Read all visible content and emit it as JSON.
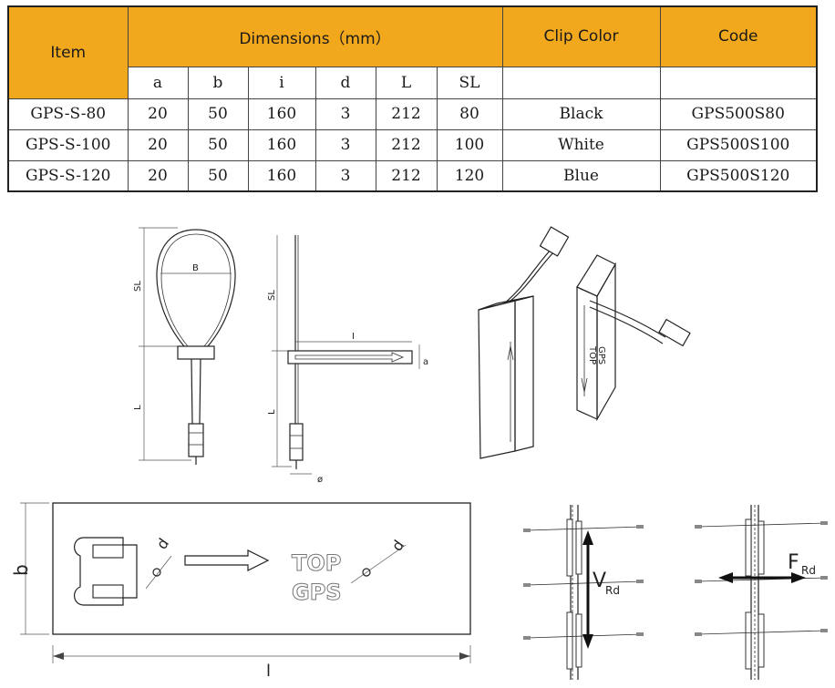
{
  "table": {
    "item_header": "Item",
    "dimensions_header": "Dimensions（mm）",
    "clip_color_header": "Clip Color",
    "code_header": "Code",
    "dim_columns": [
      "a",
      "b",
      "i",
      "d",
      "L",
      "SL"
    ],
    "rows": [
      {
        "item": "GPS-S-80",
        "a": "20",
        "b": "50",
        "i": "160",
        "d": "3",
        "L": "212",
        "SL": "80",
        "clip_color": "Black",
        "code": "GPS500S80"
      },
      {
        "item": "GPS-S-100",
        "a": "20",
        "b": "50",
        "i": "160",
        "d": "3",
        "L": "212",
        "SL": "100",
        "clip_color": "White",
        "code": "GPS500S100"
      },
      {
        "item": "GPS-S-120",
        "a": "20",
        "b": "50",
        "i": "160",
        "d": "3",
        "L": "212",
        "SL": "120",
        "clip_color": "Blue",
        "code": "GPS500S120"
      }
    ]
  },
  "drawings": {
    "loop_front": {
      "label_B": "B",
      "label_SL": "SL",
      "label_L": "L"
    },
    "loop_side": {
      "label_SL": "SL",
      "label_L": "L",
      "label_i": "I",
      "label_a": "a",
      "label_phi": "ø"
    },
    "clip_plate": {
      "label_d1": "d",
      "label_d2": "d",
      "text_top": "TOP",
      "text_gps": "GPS",
      "label_b": "b",
      "label_l": "l"
    },
    "block_iso": {
      "text_top": "TOP",
      "text_gps": "GPS"
    },
    "shear": {
      "label_v": "V",
      "label_v_sub": "Rd"
    },
    "tension": {
      "label_f": "F",
      "label_f_sub": "Rd"
    }
  }
}
